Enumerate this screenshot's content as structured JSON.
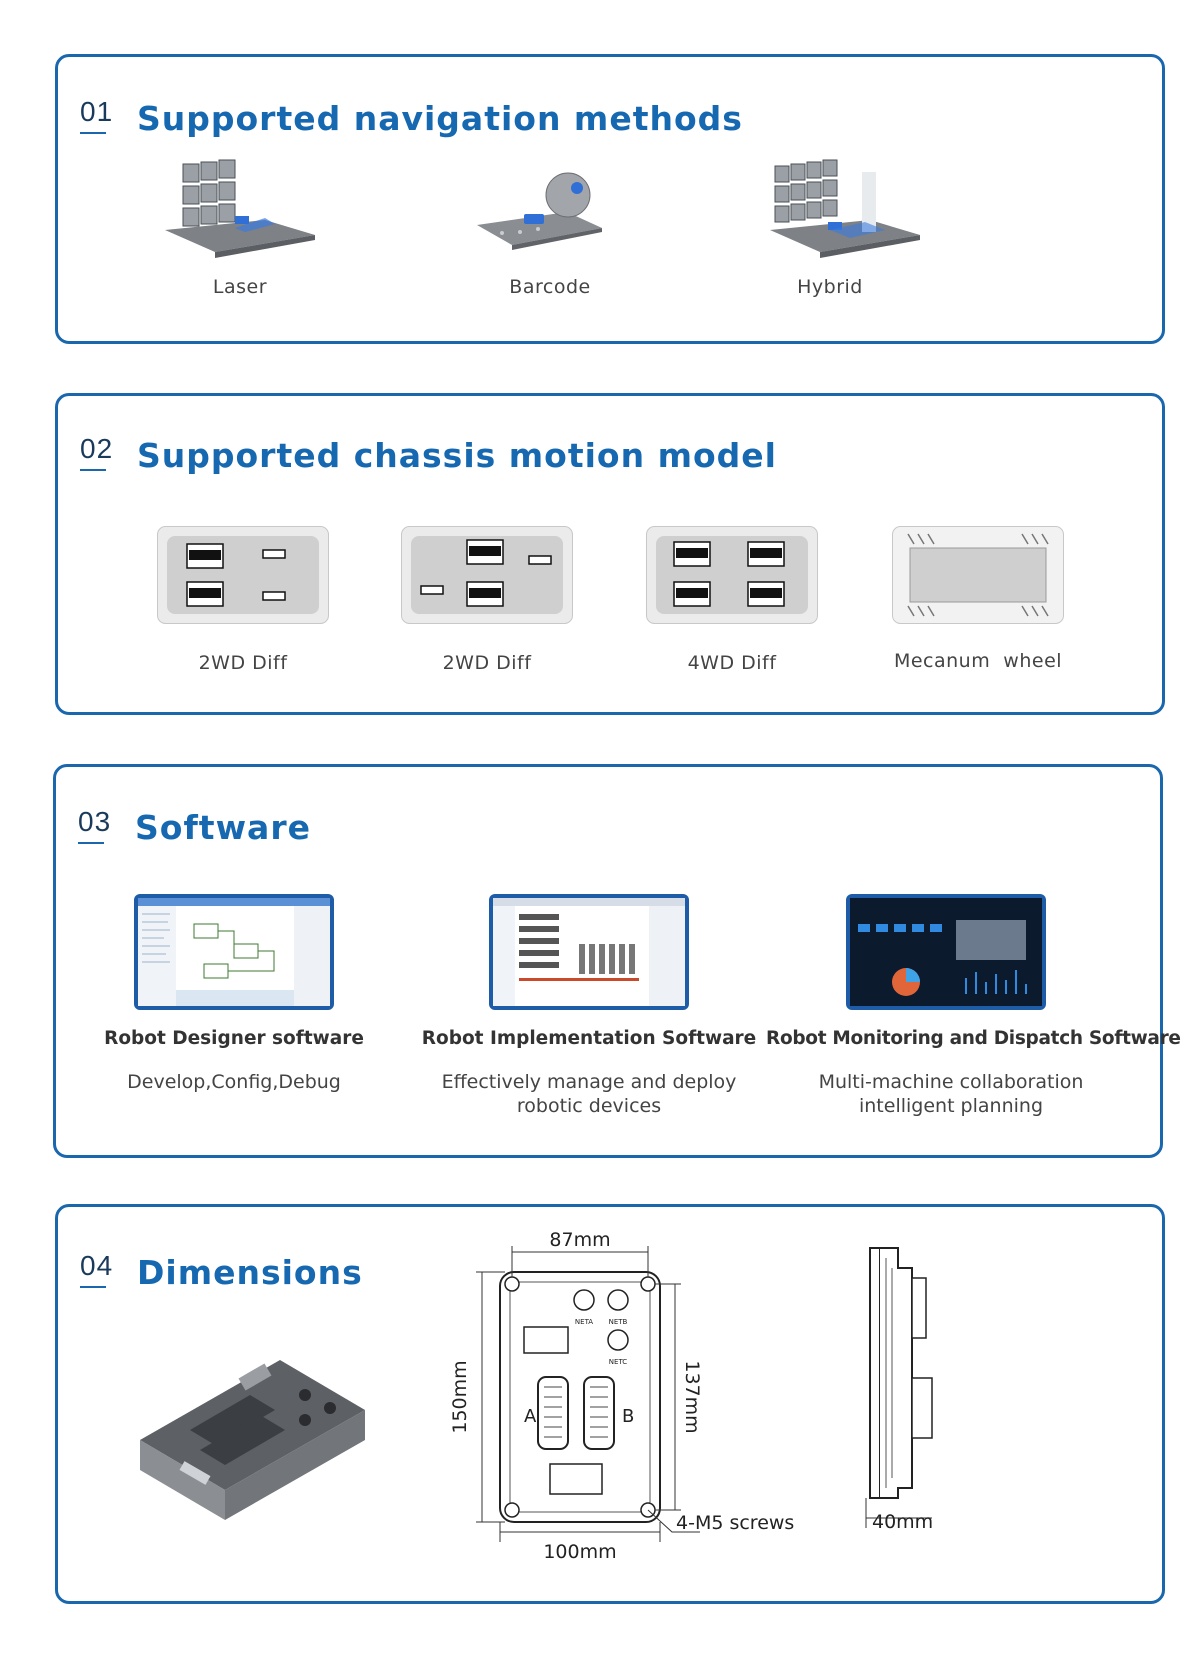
{
  "sections": [
    {
      "number": "01",
      "title": "Supported navigation methods",
      "items": [
        {
          "label": "Laser",
          "icon": "laser-warehouse-illustration"
        },
        {
          "label": "Barcode",
          "icon": "barcode-floor-illustration"
        },
        {
          "label": "Hybrid",
          "icon": "hybrid-warehouse-illustration"
        }
      ]
    },
    {
      "number": "02",
      "title": "Supported chassis motion model",
      "items": [
        {
          "label": "2WD Diff",
          "icon": "2wd-diff-rear-diagram"
        },
        {
          "label": "2WD Diff",
          "icon": "2wd-diff-center-diagram"
        },
        {
          "label": "4WD Diff",
          "icon": "4wd-diff-diagram"
        },
        {
          "label": "Mecanum  wheel",
          "icon": "mecanum-wheel-diagram"
        }
      ]
    },
    {
      "number": "03",
      "title": "Software",
      "items": [
        {
          "name": "Robot Designer software",
          "desc": "Develop,Config,Debug",
          "icon": "designer-screenshot"
        },
        {
          "name": "Robot Implementation Software",
          "desc_lines": [
            "Effectively manage and deploy",
            "robotic devices"
          ],
          "icon": "implementation-screenshot"
        },
        {
          "name": "Robot Monitoring and Dispatch Software",
          "desc_lines": [
            "Multi-machine collaboration",
            "intelligent planning"
          ],
          "icon": "monitoring-dashboard-screenshot"
        }
      ]
    },
    {
      "number": "04",
      "title": "Dimensions",
      "dims": {
        "top_width": "87mm",
        "bottom_width": "100mm",
        "left_height": "150mm",
        "right_height": "137mm",
        "screws": "4-M5 screws",
        "depth": "40mm",
        "ports": [
          "NETA",
          "NETB",
          "NETC"
        ],
        "connector_a": "A",
        "connector_b": "B"
      }
    }
  ],
  "colors": {
    "accent": "#1668b0",
    "border": "#1a67ad"
  }
}
